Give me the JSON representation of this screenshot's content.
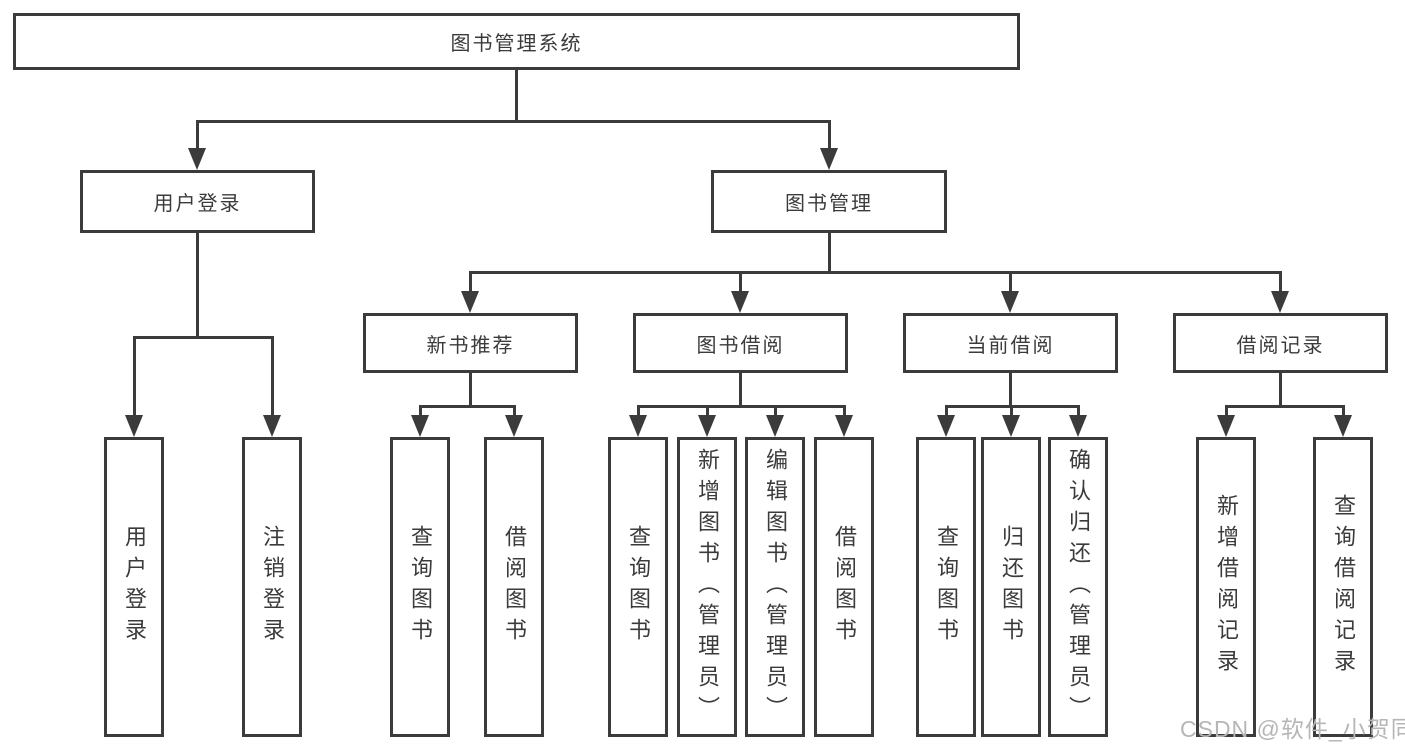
{
  "colors": {
    "line": "#3b3b3b",
    "text": "#3b3b3b",
    "background": "#ffffff",
    "watermark_text_color": "#b6b6b6"
  },
  "tree": {
    "root": {
      "label": "图书管理系统"
    },
    "children": [
      {
        "label": "用户登录",
        "children": [
          {
            "label": "用户登录"
          },
          {
            "label": "注销登录"
          }
        ]
      },
      {
        "label": "图书管理",
        "children": [
          {
            "label": "新书推荐",
            "children": [
              {
                "label": "查询图书"
              },
              {
                "label": "借阅图书"
              }
            ]
          },
          {
            "label": "图书借阅",
            "children": [
              {
                "label": "查询图书"
              },
              {
                "label": "新增图书（管理员）"
              },
              {
                "label": "编辑图书（管理员）"
              },
              {
                "label": "借阅图书"
              }
            ]
          },
          {
            "label": "当前借阅",
            "children": [
              {
                "label": "查询图书"
              },
              {
                "label": "归还图书"
              },
              {
                "label": "确认归还（管理员）"
              }
            ]
          },
          {
            "label": "借阅记录",
            "children": [
              {
                "label": "新增借阅记录"
              },
              {
                "label": "查询借阅记录"
              }
            ]
          }
        ]
      }
    ]
  },
  "watermark": {
    "text": "CSDN @软件_小贺同学"
  }
}
